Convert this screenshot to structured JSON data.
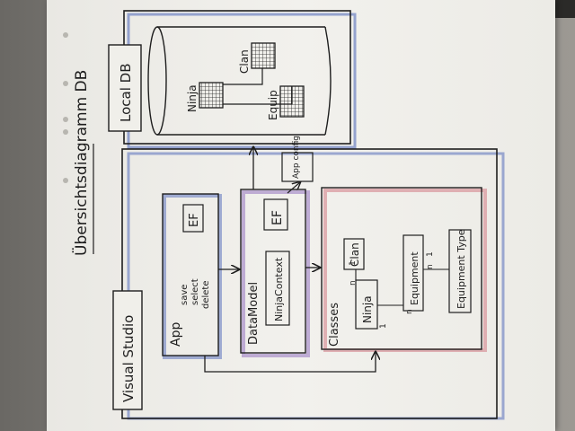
{
  "diagram": {
    "title": "Übersichtsdiagramm DB",
    "local_db": {
      "label": "Local DB",
      "tables": [
        "Clan",
        "Ninja",
        "Equip"
      ]
    },
    "visual_studio": {
      "label": "Visual Studio",
      "app": {
        "label": "App",
        "ef_label": "EF",
        "operations": [
          "save",
          "select",
          "delete"
        ]
      },
      "data_model": {
        "label": "DataModel",
        "ef_label": "EF",
        "context_label": "NinjaContext",
        "config_label": "App config"
      },
      "classes": {
        "label": "Classes",
        "items": [
          "Ninja",
          "Clan",
          "Equipment",
          "Equipment Type"
        ],
        "cardinalities": [
          "n",
          "1",
          "1",
          "n",
          "n",
          "1"
        ]
      }
    }
  },
  "colors": {
    "ink": "#1e1e1e",
    "blue_marker": "#7d8fc7",
    "purple_marker": "#a88fc9",
    "red_marker": "#d99aa0",
    "paper": "#f0efea"
  }
}
